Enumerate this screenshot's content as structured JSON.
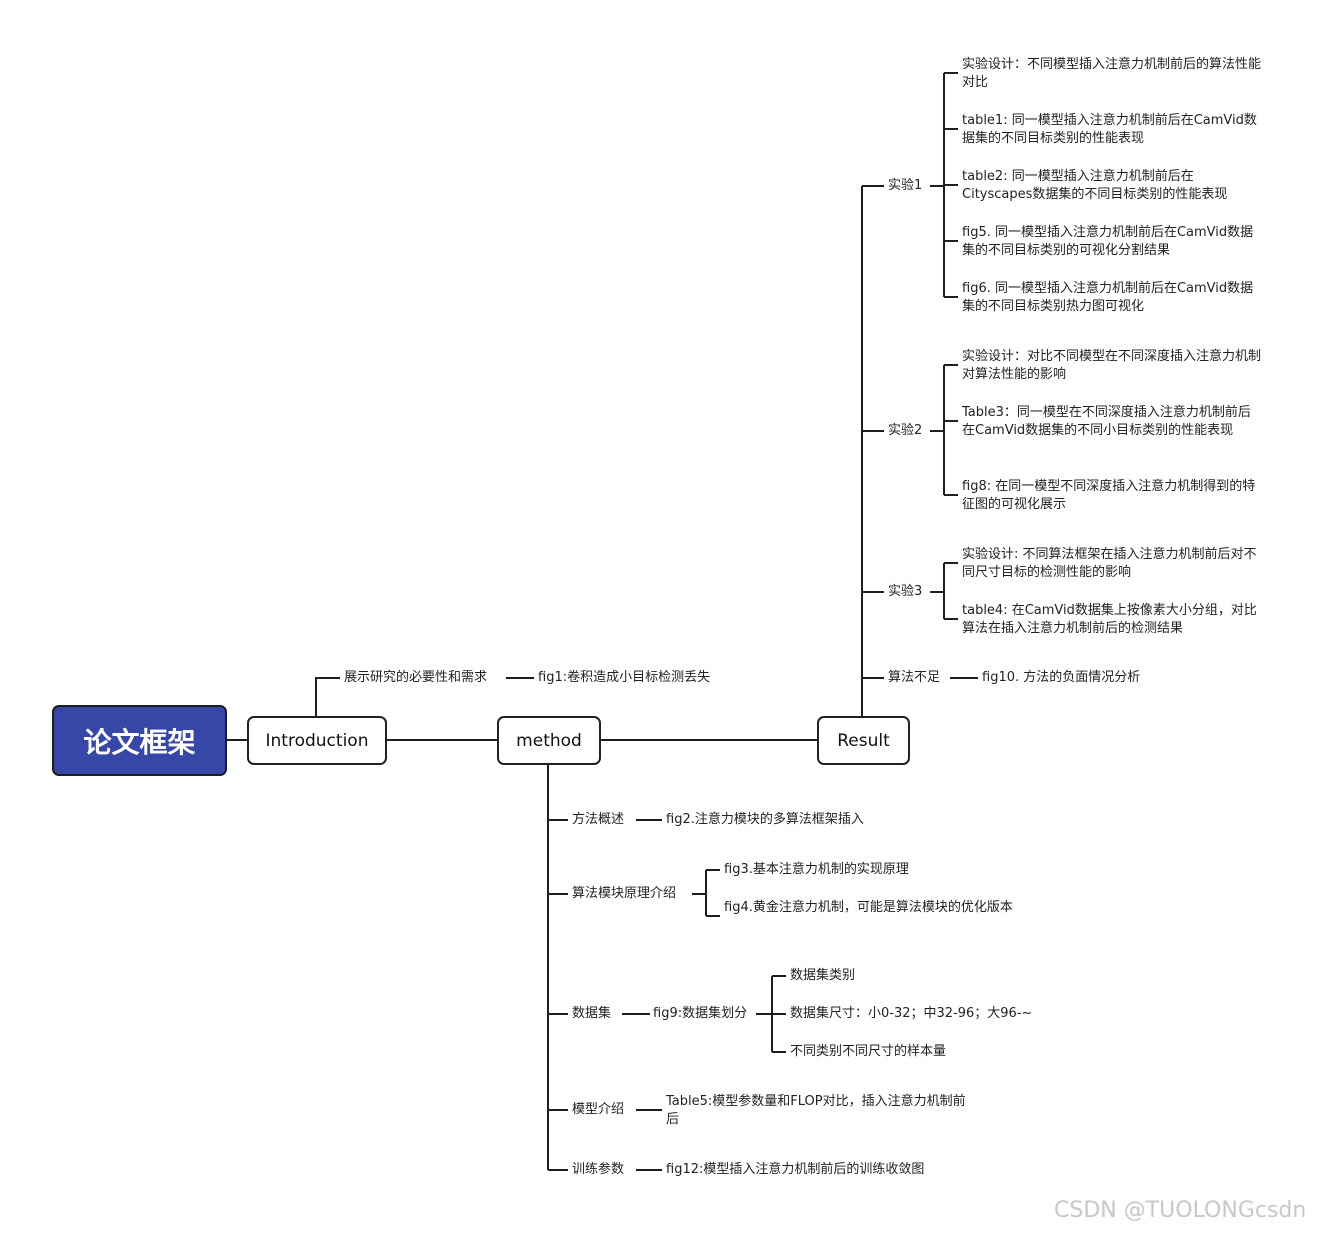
{
  "root": {
    "title": "论文框架",
    "fill": "#3747a8"
  },
  "nodes": {
    "introduction": "Introduction",
    "method": "method",
    "result": "Result"
  },
  "introduction": {
    "branch": "展示研究的必要性和需求",
    "leaf": "fig1:卷积造成小目标检测丢失"
  },
  "result": {
    "exp1": {
      "label": "实验1",
      "items": [
        "实验设计：不同模型插入注意力机制前后的算法性能对比",
        "table1: 同一模型插入注意力机制前后在CamVid数据集的不同目标类别的性能表现",
        "table2: 同一模型插入注意力机制前后在Cityscapes数据集的不同目标类别的性能表现",
        "fig5. 同一模型插入注意力机制前后在CamVid数据集的不同目标类别的可视化分割结果",
        "fig6. 同一模型插入注意力机制前后在CamVid数据集的不同目标类别热力图可视化"
      ]
    },
    "exp2": {
      "label": "实验2",
      "items": [
        "实验设计：对比不同模型在不同深度插入注意力机制对算法性能的影响",
        "Table3：同一模型在不同深度插入注意力机制前后在CamVid数据集的不同小目标类别的性能表现",
        "fig8: 在同一模型不同深度插入注意力机制得到的特征图的可视化展示"
      ]
    },
    "exp3": {
      "label": "实验3",
      "items": [
        "实验设计: 不同算法框架在插入注意力机制前后对不同尺寸目标的检测性能的影响",
        "table4: 在CamVid数据集上按像素大小分组，对比算法在插入注意力机制前后的检测结果"
      ]
    },
    "limit": {
      "label": "算法不足",
      "leaf": "fig10. 方法的负面情况分析"
    }
  },
  "method": {
    "overview": {
      "label": "方法概述",
      "leaf": "fig2.注意力模块的多算法框架插入"
    },
    "module": {
      "label": "算法模块原理介绍",
      "items": [
        "fig3.基本注意力机制的实现原理",
        "fig4.黄金注意力机制，可能是算法模块的优化版本"
      ]
    },
    "dataset": {
      "label": "数据集",
      "mid": "fig9:数据集划分",
      "items": [
        "数据集类别",
        "数据集尺寸：小0-32；中32-96；大96-~",
        "不同类别不同尺寸的样本量"
      ]
    },
    "model": {
      "label": "模型介绍",
      "leaf": "Table5:模型参数量和FLOP对比，插入注意力机制前后"
    },
    "train": {
      "label": "训练参数",
      "leaf": "fig12:模型插入注意力机制前后的训练收敛图"
    }
  },
  "watermark": "CSDN @TUOLONGcsdn"
}
